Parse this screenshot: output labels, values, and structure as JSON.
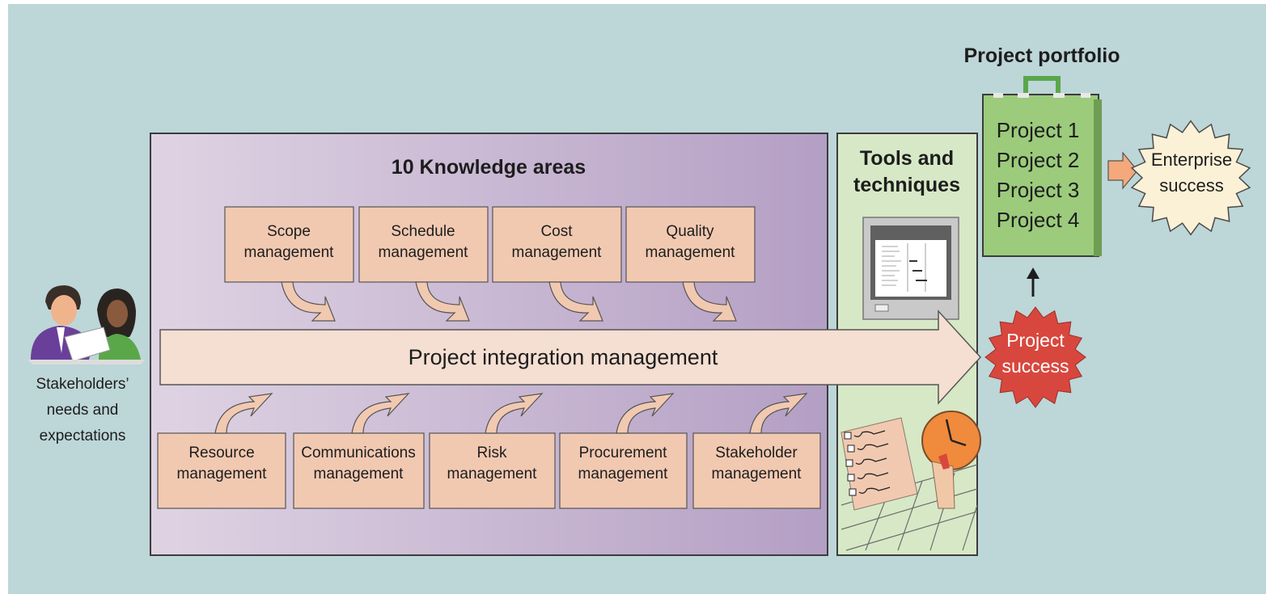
{
  "stakeholders": {
    "label_lines": [
      "Stakeholders’",
      "needs and",
      "expectations"
    ]
  },
  "knowledge_areas": {
    "title": "10 Knowledge areas",
    "top": [
      {
        "lines": [
          "Scope",
          "management"
        ]
      },
      {
        "lines": [
          "Schedule",
          "management"
        ]
      },
      {
        "lines": [
          "Cost",
          "management"
        ]
      },
      {
        "lines": [
          "Quality",
          "management"
        ]
      }
    ],
    "bottom": [
      {
        "lines": [
          "Resource",
          "management"
        ]
      },
      {
        "lines": [
          "Communications",
          "management"
        ]
      },
      {
        "lines": [
          "Risk",
          "management"
        ]
      },
      {
        "lines": [
          "Procurement",
          "management"
        ]
      },
      {
        "lines": [
          "Stakeholder",
          "management"
        ]
      }
    ],
    "integration_label": "Project integration management"
  },
  "tools": {
    "title_lines": [
      "Tools and",
      "techniques"
    ]
  },
  "portfolio": {
    "title": "Project portfolio",
    "projects": [
      "Project 1",
      "Project 2",
      "Project 3",
      "Project 4"
    ]
  },
  "project_success": {
    "lines": [
      "Project",
      "success"
    ]
  },
  "enterprise_success": {
    "lines": [
      "Enterprise",
      "success"
    ]
  },
  "colors": {
    "background": "#bdd6d8",
    "knowledge_panel": "#c4b0d2",
    "box_fill": "#f1c9b1",
    "arrow_fill": "#f5ded2",
    "tools_panel": "#d7e8c6",
    "portfolio_green": "#9ccb7c",
    "project_success_red": "#d8473e",
    "enterprise_fill": "#fbf1d7",
    "orange_arrow": "#f3a97a"
  }
}
